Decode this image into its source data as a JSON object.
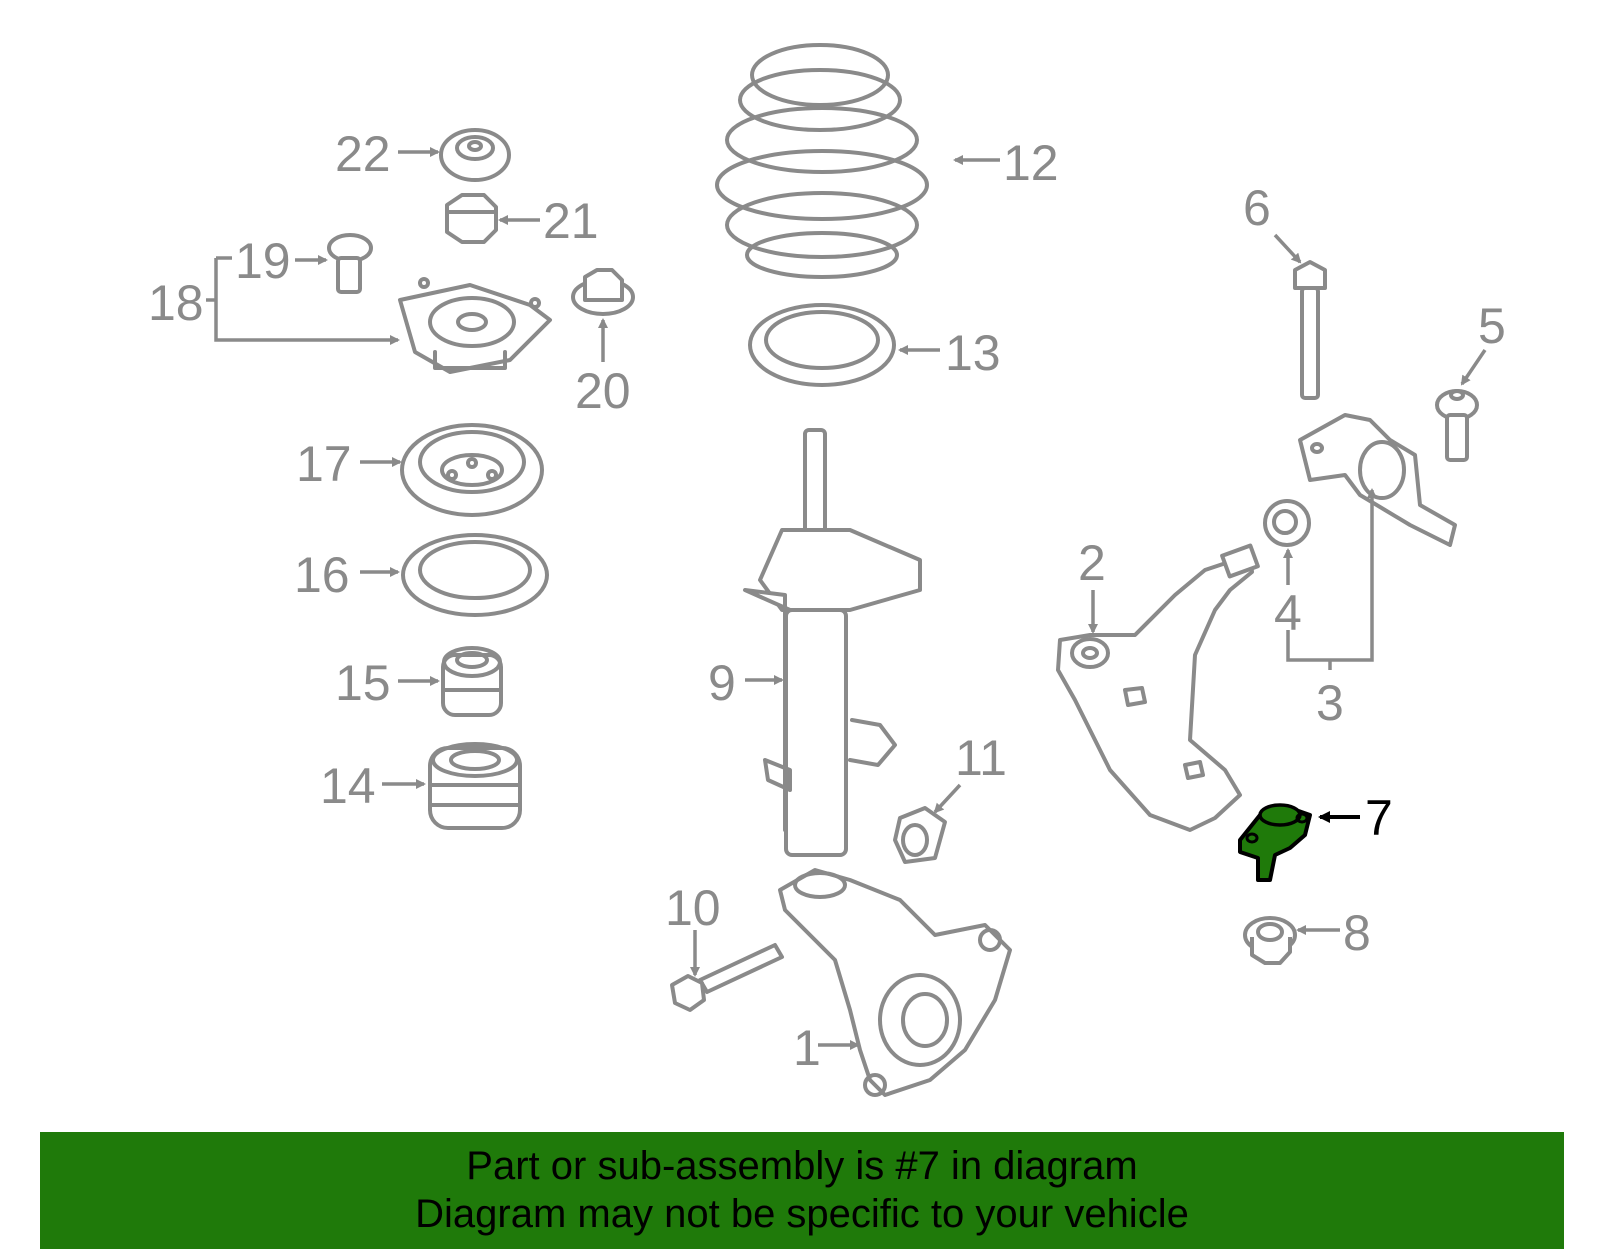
{
  "diagram": {
    "callouts": [
      "1",
      "2",
      "3",
      "4",
      "5",
      "6",
      "7",
      "8",
      "9",
      "10",
      "11",
      "12",
      "13",
      "14",
      "15",
      "16",
      "17",
      "18",
      "19",
      "20",
      "21",
      "22"
    ],
    "highlighted_callout": "7",
    "highlight_color": "#1f7a0a",
    "line_color": "#8a8a8a"
  },
  "banner": {
    "line1": "Part or sub-assembly is #7 in diagram",
    "line2": "Diagram may not be specific to your vehicle",
    "color": "#1f7a0a"
  }
}
